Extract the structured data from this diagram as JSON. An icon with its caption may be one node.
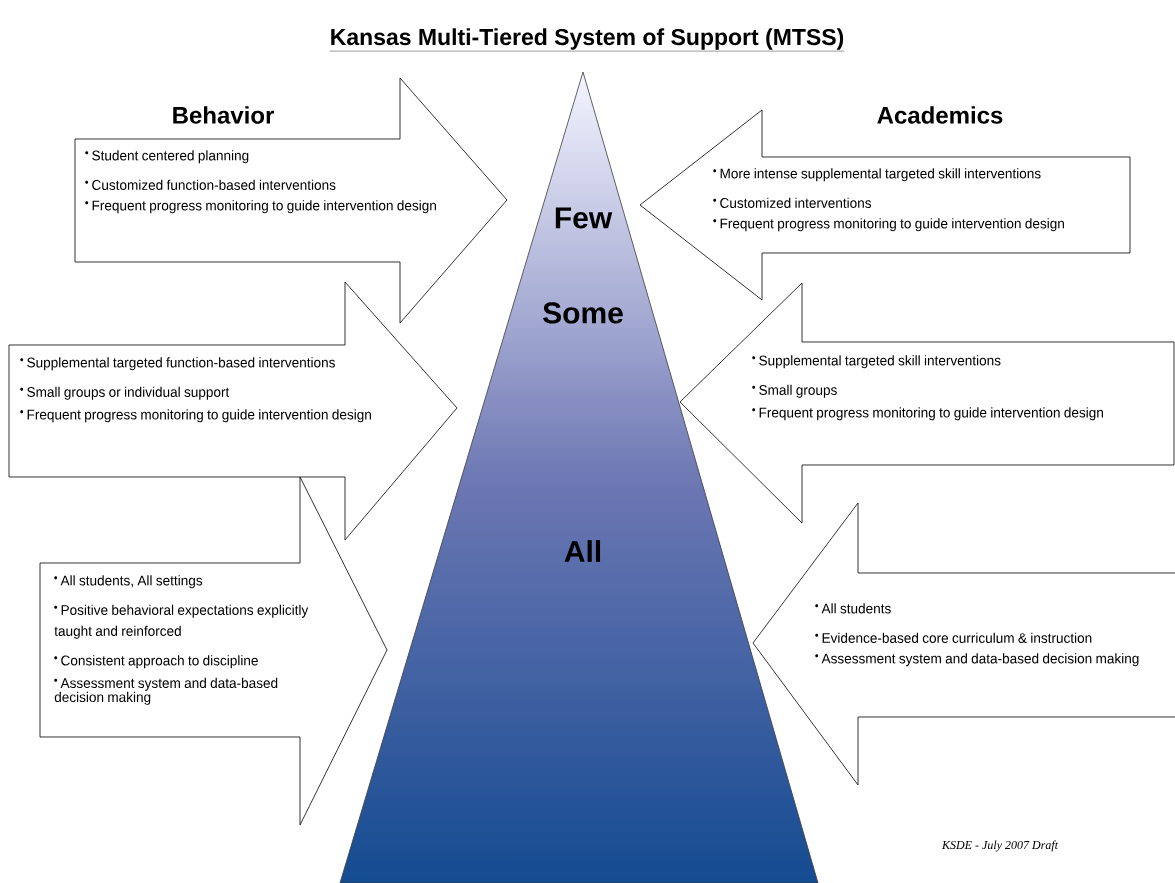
{
  "diagram": {
    "title": "Kansas Multi-Tiered System of Support (MTSS)",
    "nodes": [
      {
        "text": [
          "Few",
          "Some",
          "All"
        ]
      },
      {
        "text": [
          "Student centered planning",
          "Customized function-based  interventions",
          "Frequent  progress monitoring to guide intervention design"
        ]
      },
      {
        "text": [
          "More intense supplemental targeted skill interventions",
          "Customized interventions",
          "Frequent progress monitoring to guide intervention design"
        ]
      },
      {
        "text": [
          "Supplemental targeted function-based  interventions",
          "Small groups or individual support",
          "Frequent  progress monitoring to guide intervention design"
        ]
      },
      {
        "text": [
          "Supplemental targeted skill interventions",
          "Small groups",
          "Frequent progress monitoring to guide intervention design"
        ]
      },
      {
        "text": [
          "All students, All settings",
          "Positive behavioral expectations explicitly taught and reinforced",
          "Consistent approach to discipline",
          "Assessment system and data-based decision making"
        ]
      },
      {
        "text": [
          "All students",
          "Evidence-based core curriculum & instruction",
          "Assessment system and data-based decision making"
        ]
      }
    ],
    "labels": [
      "Behavior",
      "Academics",
      "KSDE - July 2007 Draft"
    ]
  }
}
